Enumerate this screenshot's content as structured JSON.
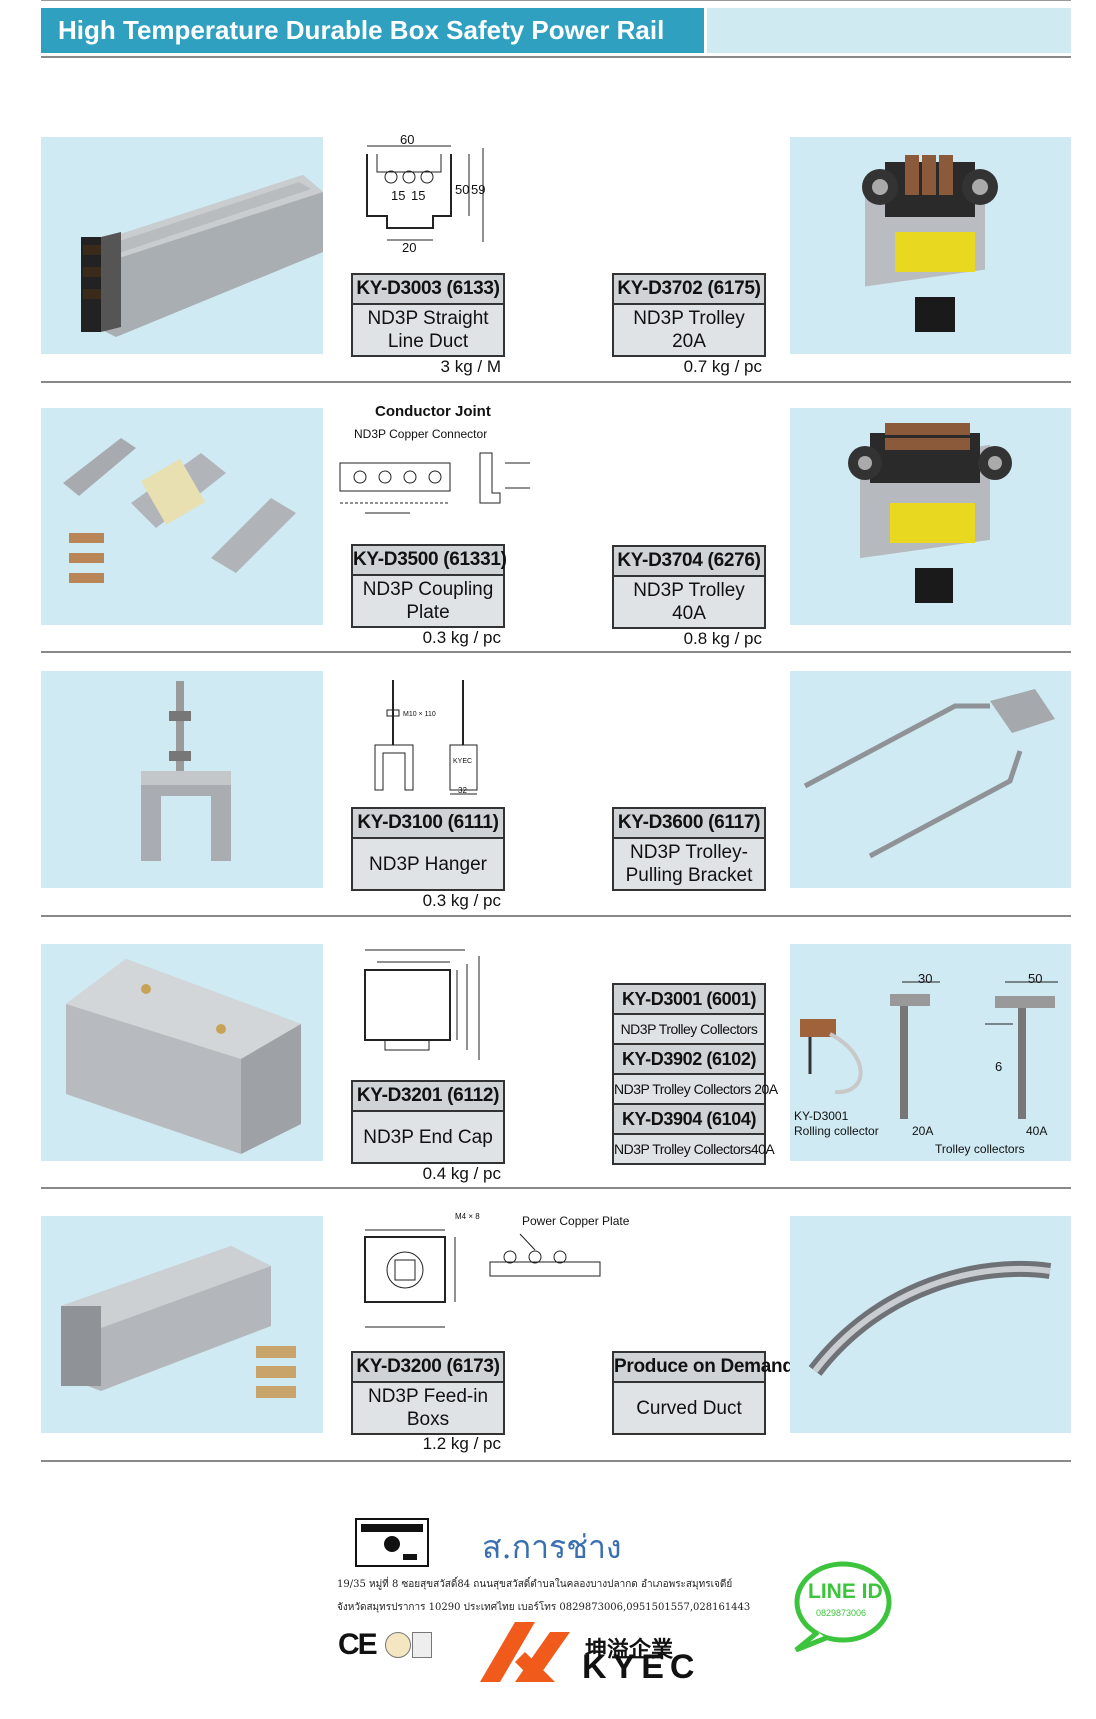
{
  "header": {
    "title": "High Temperature Durable Box Safety Power Rail"
  },
  "rows": [
    {
      "left": {
        "code": "KY-D3003 (6133)",
        "desc": "ND3P Straight Line Duct",
        "weight": "3 kg / M"
      },
      "right": {
        "code": "KY-D3702 (6175)",
        "desc": "ND3P Trolley 20A",
        "weight": "0.7 kg / pc"
      },
      "drawing": {
        "dims": [
          "60",
          "15",
          "15",
          "50",
          "59",
          "20"
        ]
      }
    },
    {
      "left": {
        "code": "KY-D3500 (61331)",
        "desc": "ND3P Coupling Plate",
        "weight": "0.3 kg / pc"
      },
      "right": {
        "code": "KY-D3704 (6276)",
        "desc": "ND3P Trolley 40A",
        "weight": "0.8 kg / pc"
      },
      "drawing": {
        "title": "Conductor Joint",
        "subtitle": "ND3P Copper Connector"
      }
    },
    {
      "left": {
        "code": "KY-D3100 (6111)",
        "desc": "ND3P Hanger",
        "weight": "0.3 kg / pc"
      },
      "right": {
        "code": "KY-D3600 (6117)",
        "desc": "ND3P Trolley-Pulling Bracket"
      },
      "drawing": {
        "bolt": "M10 × 110",
        "brand": "KYEC",
        "dim": "32"
      }
    },
    {
      "left": {
        "code": "KY-D3201 (6112)",
        "desc": "ND3P End Cap",
        "weight": "0.4 kg / pc"
      },
      "stack": [
        {
          "code": "KY-D3001 (6001)",
          "desc": "ND3P Trolley Collectors"
        },
        {
          "code": "KY-D3902 (6102)",
          "desc": "ND3P Trolley Collectors 20A"
        },
        {
          "code": "KY-D3904 (6104)",
          "desc": "ND3P Trolley Collectors40A"
        }
      ],
      "collectors": {
        "dim_a": "30",
        "dim_b": "50",
        "dim_c": "6",
        "rolling_code": "KY-D3001",
        "rolling_label": "Rolling collector",
        "label_20a": "20A",
        "label_40a": "40A",
        "trolley_label": "Trolley collectors"
      }
    },
    {
      "left": {
        "code": "KY-D3200 (6173)",
        "desc": "ND3P Feed-in Boxs",
        "weight": "1.2 kg / pc"
      },
      "right": {
        "code": "Produce on Demand",
        "desc": "Curved Duct"
      },
      "drawing": {
        "bolt": "M4 × 8",
        "plate": "Power Copper Plate"
      }
    }
  ],
  "footer": {
    "shop_name": "ส.การช่าง",
    "address_line1": "19/35 หมู่ที่ 8 ซอยสุขสวัสดิ์84 ถนนสุขสวัสดิ์ตำบลในคลองบางปลากด อำเภอพระสมุทรเจดีย์",
    "address_line2": "จังหวัดสมุทรปราการ 10290 ประเทศไทย     เบอร์โทร 0829873006,0951501557,028161443",
    "line_label": "LINE ID",
    "line_id": "0829873006",
    "ce_mark": "CE",
    "brand_cn": "坤溢企業",
    "brand_en": "KYEC",
    "colors": {
      "title_bar": "#2fa0c0",
      "photo_bg": "#cfeaf2",
      "box_header": "#cfd3d5",
      "brand": "#f05a1a",
      "line_green": "#3cc43c"
    }
  }
}
